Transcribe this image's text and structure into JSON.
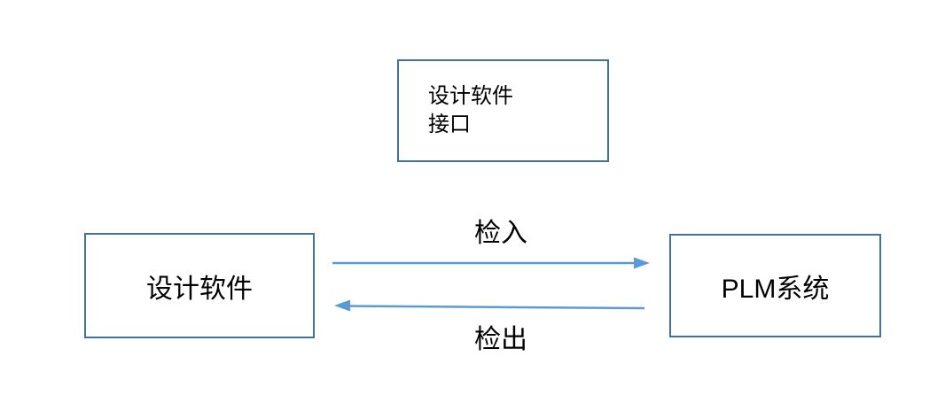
{
  "diagram": {
    "background": "#ffffff",
    "colors": {
      "box_border": "#41719C",
      "arrow": "#5B9BD5",
      "text": "#000000"
    },
    "nodes": {
      "interface": {
        "line1": "设计软件",
        "line2": "接口"
      },
      "design_software": {
        "label": "设计软件"
      },
      "plm_system": {
        "label": "PLM系统"
      }
    },
    "arrows": {
      "check_in": {
        "label": "检入",
        "direction": "right",
        "from": "design_software",
        "to": "plm_system"
      },
      "check_out": {
        "label": "检出",
        "direction": "left",
        "from": "plm_system",
        "to": "design_software"
      }
    }
  }
}
